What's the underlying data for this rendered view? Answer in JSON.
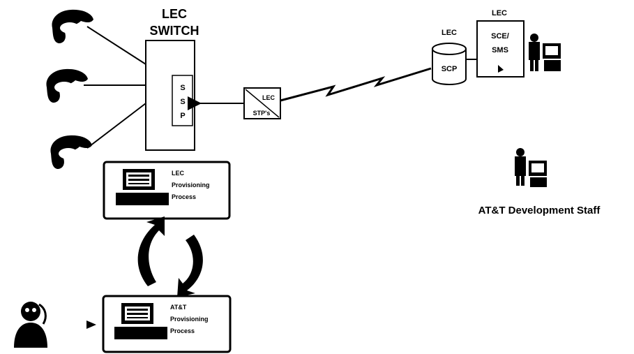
{
  "diagram": {
    "lec_switch_label_line1": "LEC",
    "lec_switch_label_line2": "SWITCH",
    "ssp_label": [
      "S",
      "S",
      "P"
    ],
    "stp_label_line1": "LEC",
    "stp_label_line2": "STP's",
    "scp_top_label": "LEC",
    "scp_label": "SCP",
    "sce_top_label": "LEC",
    "sce_label_line1": "SCE/",
    "sce_label_line2": "SMS",
    "lec_process_line1": "LEC",
    "lec_process_line2": "Provisioning",
    "lec_process_line3": "Process",
    "att_process_line1": "AT&T",
    "att_process_line2": "Provisioning",
    "att_process_line3": "Process",
    "att_staff_label": "AT&T Development Staff"
  },
  "colors": {
    "ink": "#000000",
    "paper": "#ffffff"
  },
  "icons": [
    "telephone-icon",
    "computer-icon",
    "person-at-workstation-icon",
    "user-icon",
    "lightning-link-icon",
    "cycle-arrows-icon"
  ]
}
